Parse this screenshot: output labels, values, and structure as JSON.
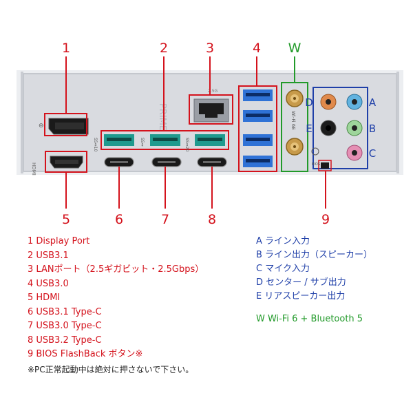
{
  "callouts": {
    "top": [
      "1",
      "2",
      "3",
      "4",
      "W"
    ],
    "bottom": [
      "5",
      "6",
      "7",
      "8",
      "9"
    ],
    "audio": [
      "D",
      "E",
      "A",
      "B",
      "C"
    ]
  },
  "panel_text": {
    "prime": "PRIME",
    "hdmi": "HDMI",
    "wifi": "Wi-Fi 6E",
    "ss1": "SS⇔10",
    "ss2": "SS⇔",
    "ss3": "SS⇔20",
    "lan": "2.5G",
    "bios": "BIOS"
  },
  "legend_red": [
    "1 Display Port",
    "2 USB3.1",
    "3 LANポート（2.5ギガビット・2.5Gbps）",
    "4 USB3.0",
    "5 HDMI",
    "6 USB3.1 Type-C",
    "7 USB3.0 Type-C",
    "8 USB3.2 Type-C",
    "9 BIOS FlashBack ボタン※"
  ],
  "note": "※PC正常起動中は絶対に押さないで下さい。",
  "legend_blue": [
    "A ライン入力",
    "B ライン出力（スピーカー）",
    "C マイク入力",
    "D センター / サブ出力",
    "E リアスピーカー出力"
  ],
  "legend_green": "W Wi-Fi 6 + Bluetooth 5",
  "colors": {
    "red": "#d4121c",
    "blue": "#1f3fa8",
    "green": "#229a2a",
    "panel": "#d8dade"
  }
}
